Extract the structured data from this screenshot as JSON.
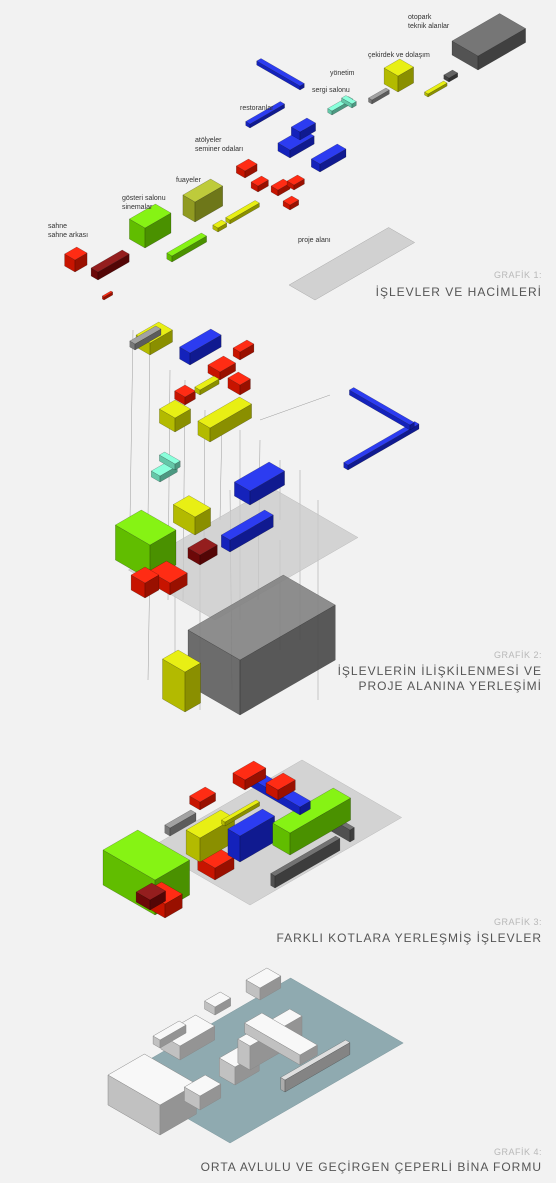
{
  "palette": {
    "red": "#ff1a00",
    "darkred": "#8b0a0a",
    "lime": "#7cf200",
    "yellow": "#e6ee00",
    "olive": "#b8c62a",
    "blue": "#1a2bf0",
    "cyan": "#80ffd8",
    "gray": "#7a7a7a",
    "site": "#c8c8c8",
    "teal": "#8faab0"
  },
  "graphic1": {
    "labels": {
      "otopark": "otopark",
      "teknik": "teknik alanlar",
      "cekirdek": "çekirdek ve dolaşım",
      "yonetim": "yönetim",
      "sergi": "sergi salonu",
      "restoranlar": "restoranlar",
      "atolyeler": "atölyeler",
      "seminer": "seminer odaları",
      "fuayeler": "fuayeler",
      "gosteri": "gösteri salonu",
      "sinemalar": "sinemalar",
      "sahne": "sahne",
      "sahne_arkasi": "sahne arkası",
      "proje_alani": "proje alanı"
    },
    "caption_small": "GRAFİK 1:",
    "caption_big": "İŞLEVLER VE HACİMLERİ"
  },
  "graphic2": {
    "caption_small": "GRAFİK 2:",
    "caption_line1": "İŞLEVLERİN İLİŞKİLENMESİ VE",
    "caption_line2": "PROJE ALANINA YERLEŞİMİ"
  },
  "graphic3": {
    "caption_small": "GRAFİK 3:",
    "caption_big": "FARKLI KOTLARA YERLEŞMİŞ İŞLEVLER"
  },
  "graphic4": {
    "caption_small": "GRAFİK 4:",
    "caption_big": "ORTA AVLULU VE GEÇİRGEN ÇEPERLİ BİNA FORMU"
  }
}
